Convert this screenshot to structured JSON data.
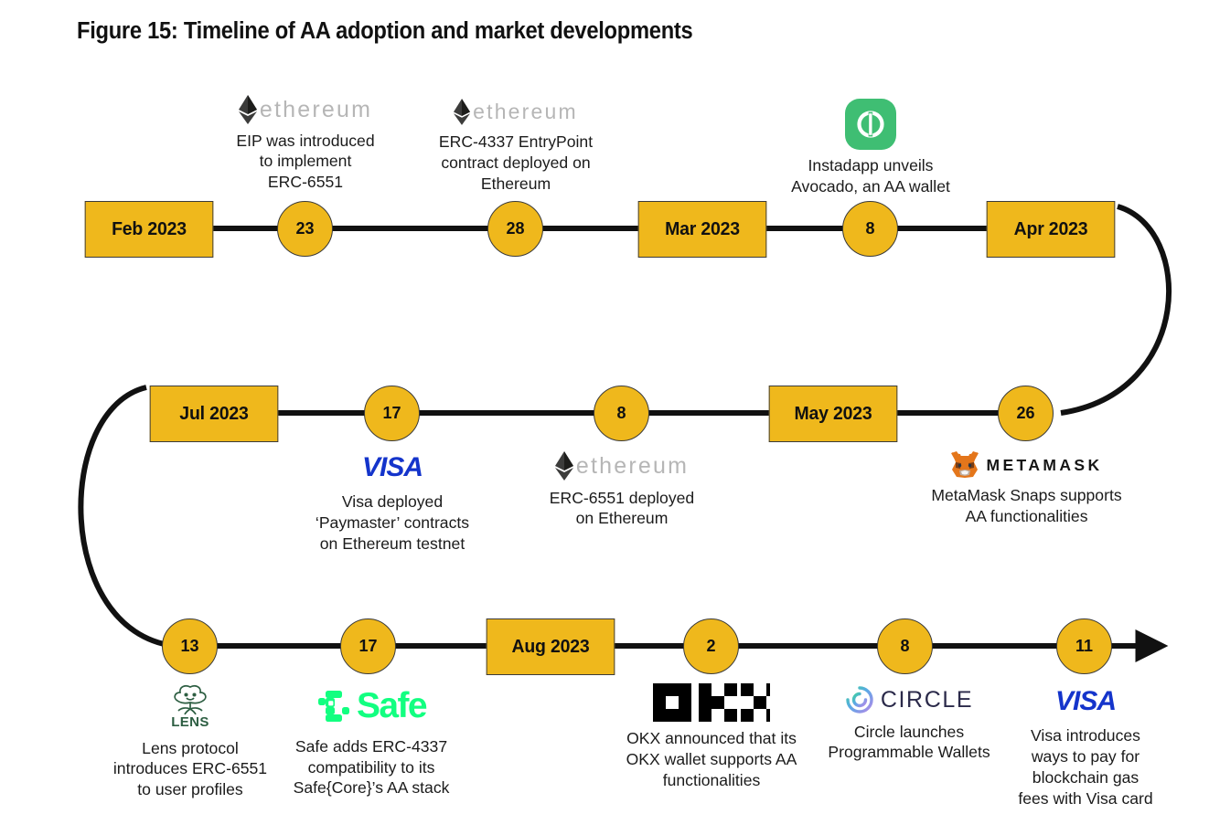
{
  "title": "Figure 15: Timeline of AA adoption and market developments",
  "colors": {
    "node_fill": "#EFB81C",
    "node_border": "#3a3a3a",
    "track": "#111111",
    "text": "#1b1b1b",
    "visa_blue": "#1434CB",
    "safe_green": "#12FF80",
    "instadapp_green": "#3FBE73",
    "lens_green": "#2D5E42",
    "circle_navy": "#2B2A4A",
    "metamask_orange": "#E2761B",
    "ethereum_gray": "#b6b6b6"
  },
  "chart_data": {
    "type": "timeline",
    "title": "Figure 15: Timeline of AA adoption and market developments",
    "rows": 3,
    "direction": "serpentine: row1 left-to-right, row2 right-to-left, row3 left-to-right",
    "events": [
      {
        "node": "Feb 2023",
        "kind": "month",
        "row": 1,
        "logo": null,
        "caption": ""
      },
      {
        "node": "23",
        "kind": "day",
        "row": 1,
        "logo": "ethereum",
        "caption": "EIP was introduced\nto implement\nERC-6551"
      },
      {
        "node": "28",
        "kind": "day",
        "row": 1,
        "logo": "ethereum",
        "caption": "ERC-4337 EntryPoint\ncontract deployed on\nEthereum"
      },
      {
        "node": "Mar  2023",
        "kind": "month",
        "row": 1,
        "logo": null,
        "caption": ""
      },
      {
        "node": "8",
        "kind": "day",
        "row": 1,
        "logo": "instadapp",
        "caption": "Instadapp unveils\nAvocado, an AA wallet"
      },
      {
        "node": "Apr 2023",
        "kind": "month",
        "row": 1,
        "logo": null,
        "caption": ""
      },
      {
        "node": "26",
        "kind": "day",
        "row": 2,
        "logo": "metamask",
        "caption": "MetaMask Snaps supports\nAA functionalities"
      },
      {
        "node": "May 2023",
        "kind": "month",
        "row": 2,
        "logo": null,
        "caption": ""
      },
      {
        "node": "8",
        "kind": "day",
        "row": 2,
        "logo": "ethereum",
        "caption": "ERC-6551 deployed\non Ethereum"
      },
      {
        "node": "17",
        "kind": "day",
        "row": 2,
        "logo": "visa",
        "caption": "Visa deployed\n‘Paymaster’ contracts\non Ethereum testnet"
      },
      {
        "node": "Jul 2023",
        "kind": "month",
        "row": 2,
        "logo": null,
        "caption": ""
      },
      {
        "node": "13",
        "kind": "day",
        "row": 3,
        "logo": "lens",
        "caption": "Lens protocol\nintroduces ERC-6551\nto user profiles"
      },
      {
        "node": "17",
        "kind": "day",
        "row": 3,
        "logo": "safe",
        "caption": "Safe adds ERC-4337\ncompatibility to its\nSafe{Core}’s AA stack"
      },
      {
        "node": "Aug 2023",
        "kind": "month",
        "row": 3,
        "logo": null,
        "caption": ""
      },
      {
        "node": "2",
        "kind": "day",
        "row": 3,
        "logo": "okx",
        "caption": "OKX announced that its\nOKX wallet supports AA\nfunctionalities"
      },
      {
        "node": "8",
        "kind": "day",
        "row": 3,
        "logo": "circle",
        "caption": "Circle launches\nProgrammable Wallets"
      },
      {
        "node": "11",
        "kind": "day",
        "row": 3,
        "logo": "visa",
        "caption": "Visa introduces\nways to pay for\nblockchain gas\nfees with Visa card"
      }
    ]
  },
  "row1": {
    "feb": {
      "label": "Feb 2023"
    },
    "d23": {
      "label": "23",
      "caption": "EIP was introduced\nto implement\nERC-6551",
      "logo_text": "ethereum"
    },
    "d28": {
      "label": "28",
      "caption": "ERC-4337 EntryPoint\ncontract deployed on\nEthereum",
      "logo_text": "ethereum"
    },
    "mar": {
      "label": "Mar  2023"
    },
    "d8": {
      "label": "8",
      "caption": "Instadapp unveils\nAvocado, an AA wallet"
    },
    "apr": {
      "label": "Apr 2023"
    }
  },
  "row2": {
    "jul": {
      "label": "Jul 2023"
    },
    "d17": {
      "label": "17",
      "caption": "Visa deployed\n‘Paymaster’ contracts\non Ethereum testnet",
      "logo_text": "VISA"
    },
    "d8": {
      "label": "8",
      "caption": "ERC-6551 deployed\non Ethereum",
      "logo_text": "ethereum"
    },
    "may": {
      "label": "May 2023"
    },
    "d26": {
      "label": "26",
      "caption": "MetaMask Snaps supports\nAA functionalities",
      "logo_text": "METAMASK"
    }
  },
  "row3": {
    "d13": {
      "label": "13",
      "caption": "Lens protocol\nintroduces ERC-6551\nto user profiles",
      "logo_text": "LENS"
    },
    "d17": {
      "label": "17",
      "caption": "Safe adds ERC-4337\ncompatibility to its\nSafe{Core}’s AA stack",
      "logo_text": "Safe"
    },
    "aug": {
      "label": "Aug 2023"
    },
    "d2": {
      "label": "2",
      "caption": "OKX announced that its\nOKX wallet supports AA\nfunctionalities"
    },
    "d8": {
      "label": "8",
      "caption": "Circle launches\nProgrammable Wallets",
      "logo_text": "CIRCLE"
    },
    "d11": {
      "label": "11",
      "caption": "Visa introduces\nways to pay for\nblockchain gas\nfees with Visa card",
      "logo_text": "VISA"
    }
  }
}
